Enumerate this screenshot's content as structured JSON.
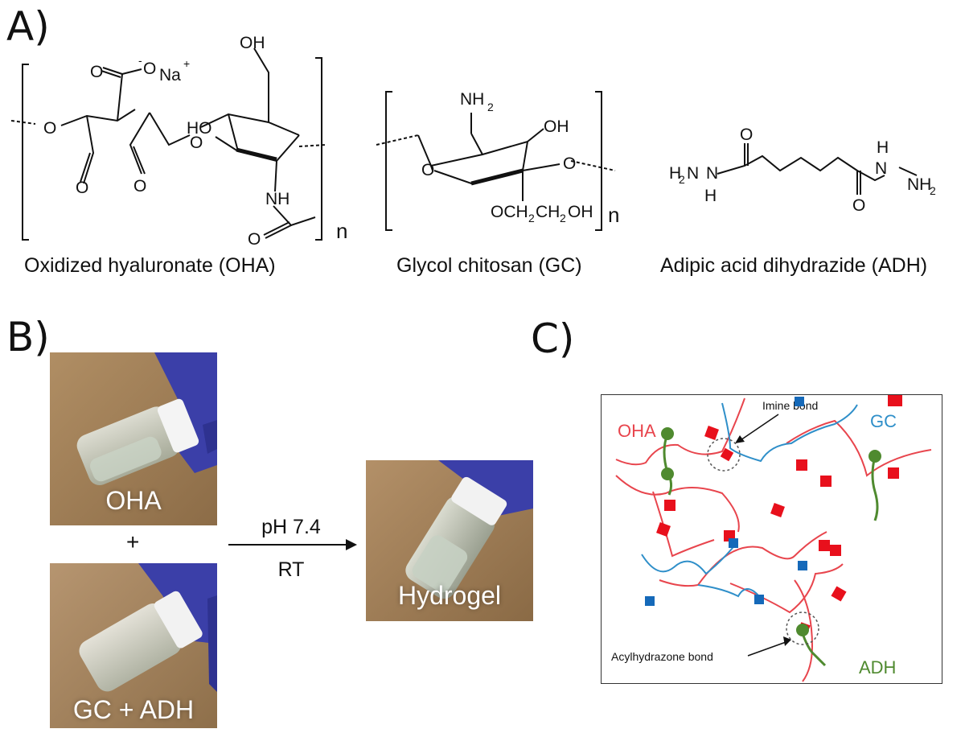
{
  "panels": {
    "a": "A)",
    "b": "B)",
    "c": "C)"
  },
  "structures": {
    "oha": {
      "name": "Oxidized hyaluronate (OHA)",
      "atoms": [
        "O",
        "O",
        "Na",
        "-",
        "+",
        "OH",
        "HO",
        "O",
        "O",
        "O",
        "O",
        "NH",
        "O",
        "n"
      ]
    },
    "gc": {
      "name": "Glycol chitosan (GC)",
      "atoms": [
        "NH",
        "2",
        "OH",
        "O",
        "O",
        "OCH",
        "2",
        "CH",
        "2",
        "OH",
        "n"
      ]
    },
    "adh": {
      "name": "Adipic acid dihydrazide (ADH)",
      "atoms": [
        "H",
        "2",
        "N",
        "N",
        "H",
        "O",
        "O",
        "H",
        "N",
        "NH",
        "2"
      ]
    }
  },
  "photos": {
    "oha": "OHA",
    "plus": "+",
    "gc_adh": "GC + ADH",
    "hydrogel": "Hydrogel"
  },
  "reaction": {
    "condition_top": "pH 7.4",
    "condition_bottom": "RT"
  },
  "network": {
    "labels": {
      "oha": "OHA",
      "gc": "GC",
      "adh": "ADH"
    },
    "annotations": {
      "imine": "Imine bond",
      "acylhydrazone": "Acylhydrazone bond"
    }
  },
  "colors": {
    "oha": "#e8454d",
    "gc": "#2f8fc9",
    "adh": "#4f8a2f",
    "aldehyde_marker": "#e8101c",
    "amine_marker": "#1569b9",
    "glove": "#3b3fa8",
    "background_photo": "#9a7a52"
  }
}
